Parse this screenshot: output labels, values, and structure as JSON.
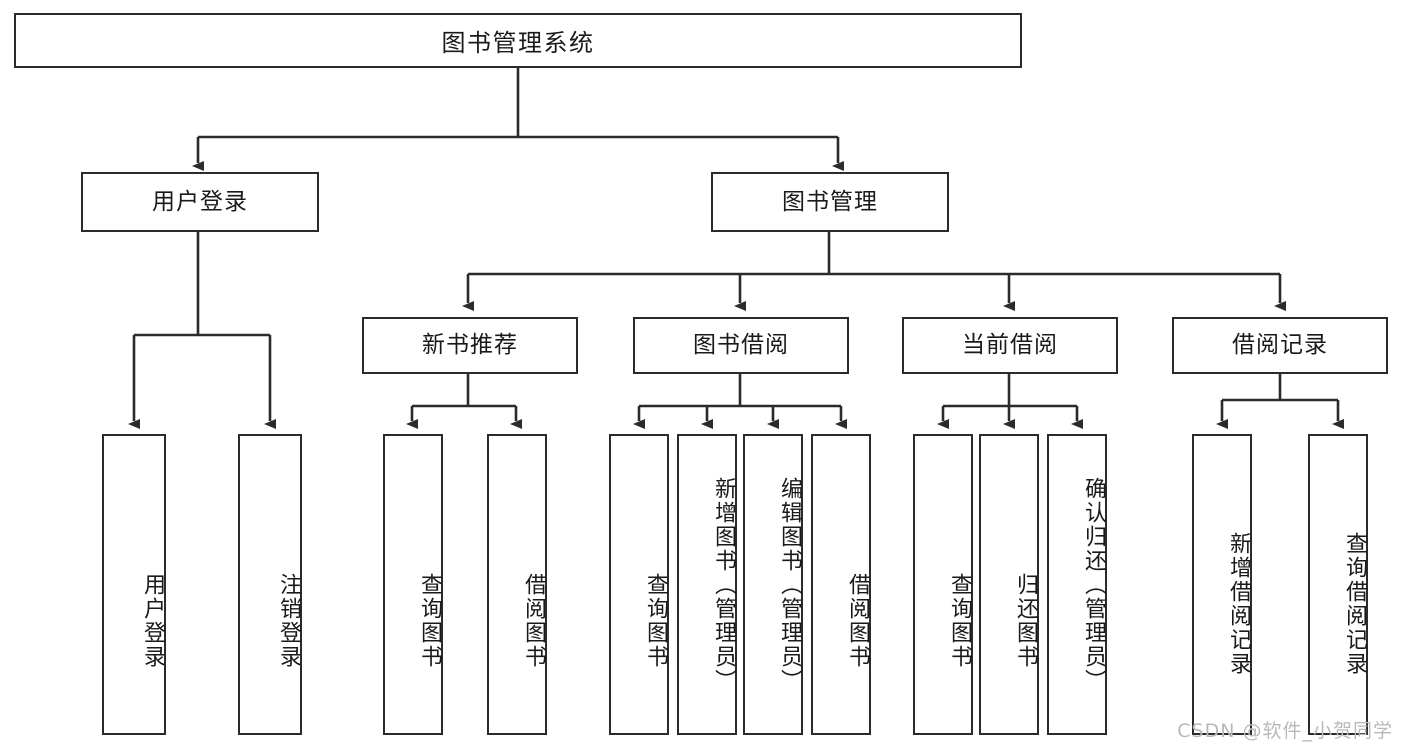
{
  "diagram": {
    "title": "图书管理系统",
    "type": "tree",
    "orientation": "top-down",
    "colors": {
      "border": "#2b2b2b",
      "background": "#ffffff",
      "text": "#1a1a1a",
      "edge": "#2b2b2b",
      "watermark": "#b9b9b9"
    },
    "root": {
      "label": "图书管理系统"
    },
    "level2": [
      {
        "id": "user-login",
        "label": "用户登录"
      },
      {
        "id": "book-management",
        "label": "图书管理"
      }
    ],
    "level3": [
      {
        "id": "new-book-recommend",
        "label": "新书推荐"
      },
      {
        "id": "book-borrow",
        "label": "图书借阅"
      },
      {
        "id": "current-borrow",
        "label": "当前借阅"
      },
      {
        "id": "borrow-record",
        "label": "借阅记录"
      }
    ],
    "leaves": {
      "user_login": [
        {
          "id": "leaf-user-login",
          "label": "用户登录"
        },
        {
          "id": "leaf-logout-login",
          "label": "注销登录"
        }
      ],
      "new_book_recommend": [
        {
          "id": "leaf-query-book-1",
          "label": "查询图书"
        },
        {
          "id": "leaf-borrow-book-1",
          "label": "借阅图书"
        }
      ],
      "book_borrow": [
        {
          "id": "leaf-query-book-2",
          "label": "查询图书"
        },
        {
          "id": "leaf-add-book",
          "label": "新增图书（管理员）"
        },
        {
          "id": "leaf-edit-book",
          "label": "编辑图书（管理员）"
        },
        {
          "id": "leaf-borrow-book-2",
          "label": "借阅图书"
        }
      ],
      "current_borrow": [
        {
          "id": "leaf-query-book-3",
          "label": "查询图书"
        },
        {
          "id": "leaf-return-book",
          "label": "归还图书"
        },
        {
          "id": "leaf-confirm-return",
          "label": "确认归还（管理员）"
        }
      ],
      "borrow_record": [
        {
          "id": "leaf-add-record",
          "label": "新增借阅记录"
        },
        {
          "id": "leaf-query-record",
          "label": "查询借阅记录"
        }
      ]
    }
  },
  "watermark": {
    "text": "CSDN @软件_小贺同学"
  }
}
